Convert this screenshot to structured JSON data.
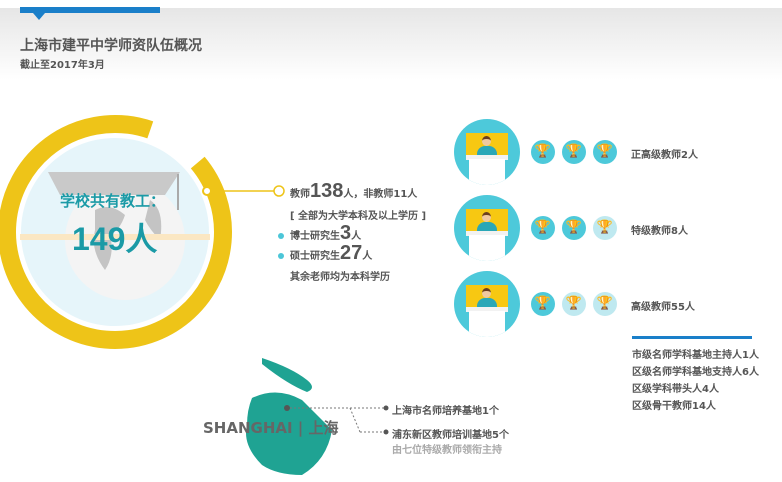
{
  "header": {
    "title": "上海市建平中学师资队伍概况",
    "subtitle": "截止至2017年3月"
  },
  "staff": {
    "label": "学校共有教工：",
    "total": "149人",
    "teachers_prefix": "教师",
    "teachers_num": "138",
    "teachers_suffix": "人，非教师11人",
    "note": "[ 全部为大学本科及以上学历 ]",
    "phd_prefix": "博士研究生",
    "phd_num": "3",
    "phd_suffix": "人",
    "master_prefix": "硕士研究生",
    "master_num": "27",
    "master_suffix": "人",
    "rest": "其余老师均为本科学历"
  },
  "ranks": [
    {
      "label": "正高级教师2人",
      "trophies_active": 3
    },
    {
      "label": "特级教师8人",
      "trophies_active": 2
    },
    {
      "label": "高级教师55人",
      "trophies_active": 1
    }
  ],
  "roles": [
    "市级名师学科基地主持人1人",
    "区级名师学科基地支持人6人",
    "区级学科带头人4人",
    "区级骨干教师14人"
  ],
  "map": {
    "name_en": "SHANGHAI",
    "name_cn": "上海",
    "base1": "上海市名师培养基地1个",
    "base2": "浦东新区教师培训基地5个",
    "base2_note": "由七位特级教师领衔主持"
  },
  "colors": {
    "accent": "#1a7fc9",
    "ring": "#eec418",
    "teal": "#4dc9da",
    "map": "#1fa393",
    "number": "#1a9aa6"
  }
}
